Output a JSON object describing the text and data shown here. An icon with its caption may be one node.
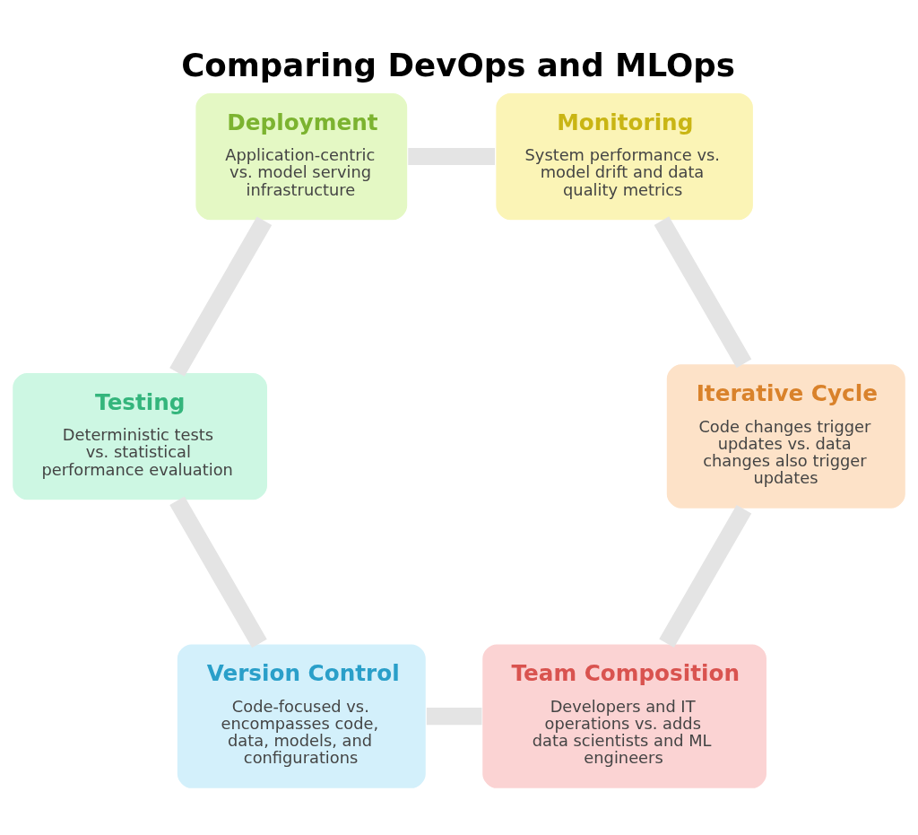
{
  "diagram": {
    "title": "Comparing DevOps and MLOps",
    "nodes": [
      {
        "text": [
          "Team Composition",
          "Developers and IT operations vs. adds data scientists and ML engineers"
        ]
      },
      {
        "text": [
          "Version Control",
          "Code-focused vs. encompasses code, data, models, and configurations"
        ]
      },
      {
        "text": [
          "Testing",
          "Deterministic tests vs. statistical performance evaluation"
        ]
      },
      {
        "text": [
          "Deployment",
          "Application-centric vs. model serving infrastructure"
        ]
      },
      {
        "text": [
          "Monitoring",
          "System performance vs. model drift and data quality metrics"
        ]
      },
      {
        "text": [
          "Iterative Cycle",
          "Code changes trigger updates vs. data changes also trigger updates"
        ]
      }
    ],
    "edges": [
      {
        "from": 0,
        "to": 1,
        "arrow": "none"
      },
      {
        "from": 1,
        "to": 2,
        "arrow": "none"
      },
      {
        "from": 2,
        "to": 3,
        "arrow": "none"
      },
      {
        "from": 3,
        "to": 4,
        "arrow": "none"
      },
      {
        "from": 4,
        "to": 5,
        "arrow": "none"
      },
      {
        "from": 5,
        "to": 0,
        "arrow": "none"
      }
    ]
  }
}
